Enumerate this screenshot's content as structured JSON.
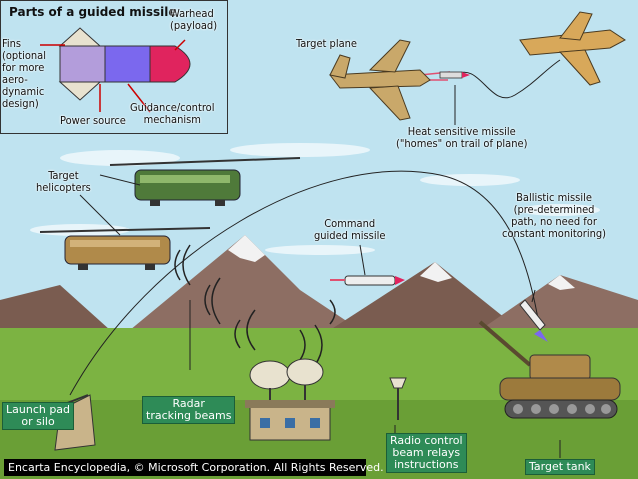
{
  "inset": {
    "title": "Parts of a guided missile",
    "warhead": "Warhead\n(payload)",
    "fins": "Fins\n(optional\nfor more\naero-\ndynamic\ndesign)",
    "power_source": "Power source",
    "guidance": "Guidance/control\nmechanism"
  },
  "labels": {
    "target_plane": "Target plane",
    "heat_missile": "Heat sensitive missile\n(\"homes\" on trail of plane)",
    "target_helicopters": "Target\nhelicopters",
    "ballistic_missile": "Ballistic missile\n(pre-determined\npath, no need for\nconstant monitoring)",
    "command_missile": "Command\nguided missile"
  },
  "boxes": {
    "launch_pad": "Launch pad\nor silo",
    "radar": "Radar\ntracking beams",
    "radio": "Radio control\nbeam relays\ninstructions",
    "target_tank": "Target tank"
  },
  "credit": "Encarta Encyclopedia, © Microsoft Corporation. All Rights Reserved.",
  "colors": {
    "sky": "#bfe3f0",
    "ground": "#7cb342",
    "mountain": "#8d6e63",
    "label_box": "#2e8b57",
    "warhead": "#e0245e",
    "guidance": "#7b68ee",
    "power": "#b39ddb"
  }
}
